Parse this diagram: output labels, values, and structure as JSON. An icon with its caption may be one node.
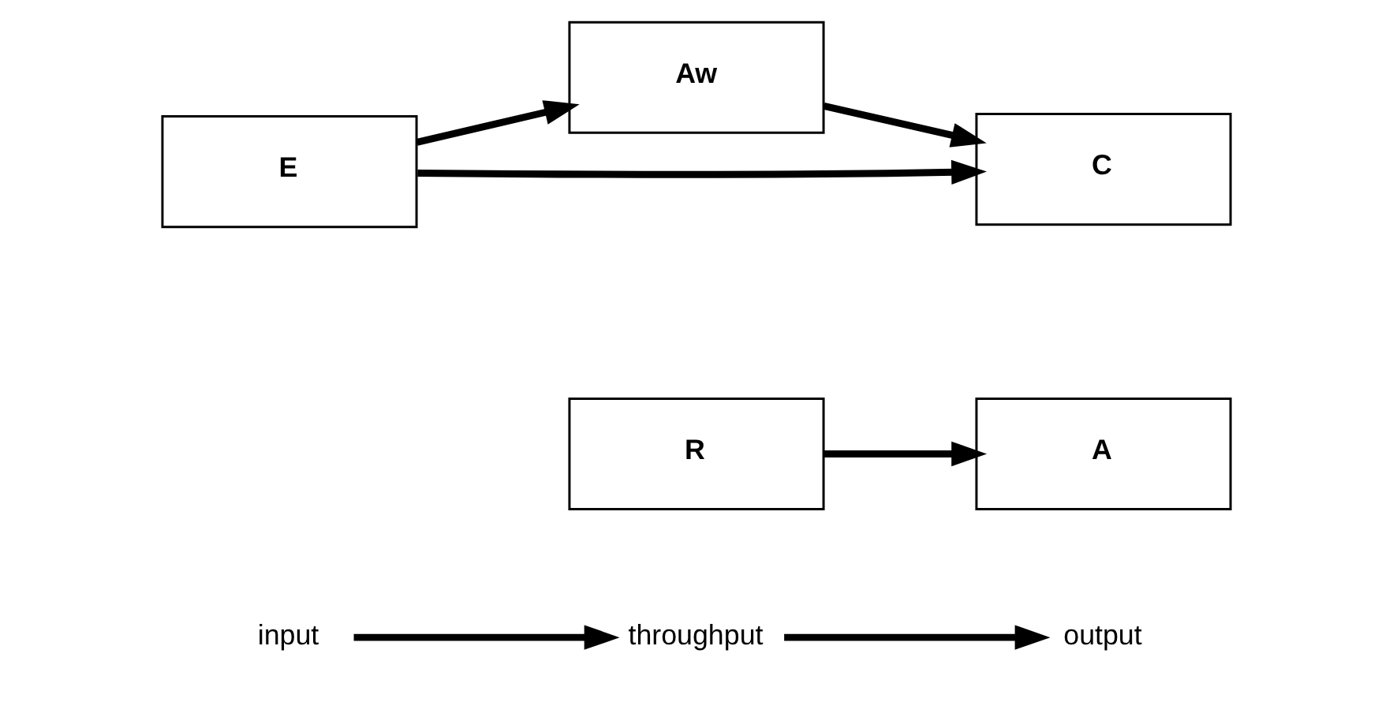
{
  "diagram": {
    "nodes": [
      {
        "text": [
          "input"
        ]
      },
      {
        "text": [
          "throughput"
        ]
      },
      {
        "text": [
          "output"
        ]
      },
      {
        "text": [
          "R"
        ]
      },
      {
        "text": [
          "Aw"
        ]
      },
      {
        "text": [
          "E"
        ]
      },
      {
        "text": [
          "A"
        ]
      },
      {
        "text": [
          "C"
        ]
      }
    ],
    "edges": [
      {
        "from": 0,
        "to": 1,
        "arrow": "to"
      },
      {
        "from": 1,
        "to": 2,
        "arrow": "to"
      },
      {
        "from": 3,
        "to": 6,
        "arrow": "to"
      },
      {
        "from": 5,
        "to": 4,
        "arrow": "to"
      },
      {
        "from": 5,
        "to": 7,
        "arrow": "to"
      },
      {
        "from": 4,
        "to": 7,
        "arrow": "to"
      }
    ]
  }
}
